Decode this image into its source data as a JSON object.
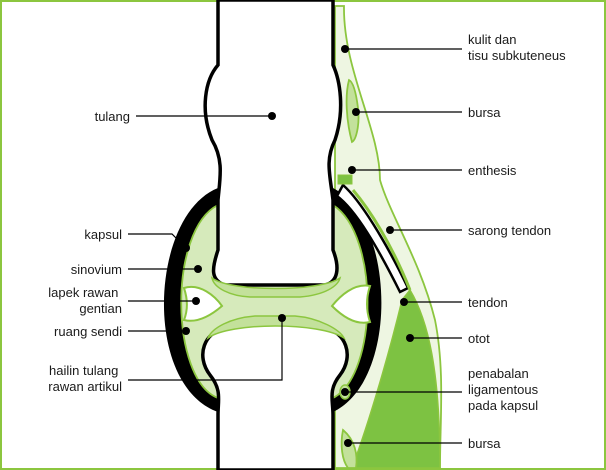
{
  "colors": {
    "border": "#8cc63f",
    "light_green": "#d6eabb",
    "mid_green": "#c3e19b",
    "muscle_green": "#7dc242",
    "outline": "#000000"
  },
  "labels": {
    "kulit": [
      "kulit dan",
      "tisu subkuteneus"
    ],
    "bursa_top": "bursa",
    "tulang": "tulang",
    "enthesis": "enthesis",
    "kapsul": "kapsul",
    "sarong_tendon": "sarong tendon",
    "sinovium": "sinovium",
    "lapek": [
      "lapek rawan",
      "gentian"
    ],
    "tendon": "tendon",
    "ruang_sendi": "ruang sendi",
    "otot": "otot",
    "hailin": [
      "hailin tulang",
      "rawan artikul"
    ],
    "penabalan": [
      "penabalan",
      "ligamentous",
      "pada kapsul"
    ],
    "bursa_bottom": "bursa"
  }
}
